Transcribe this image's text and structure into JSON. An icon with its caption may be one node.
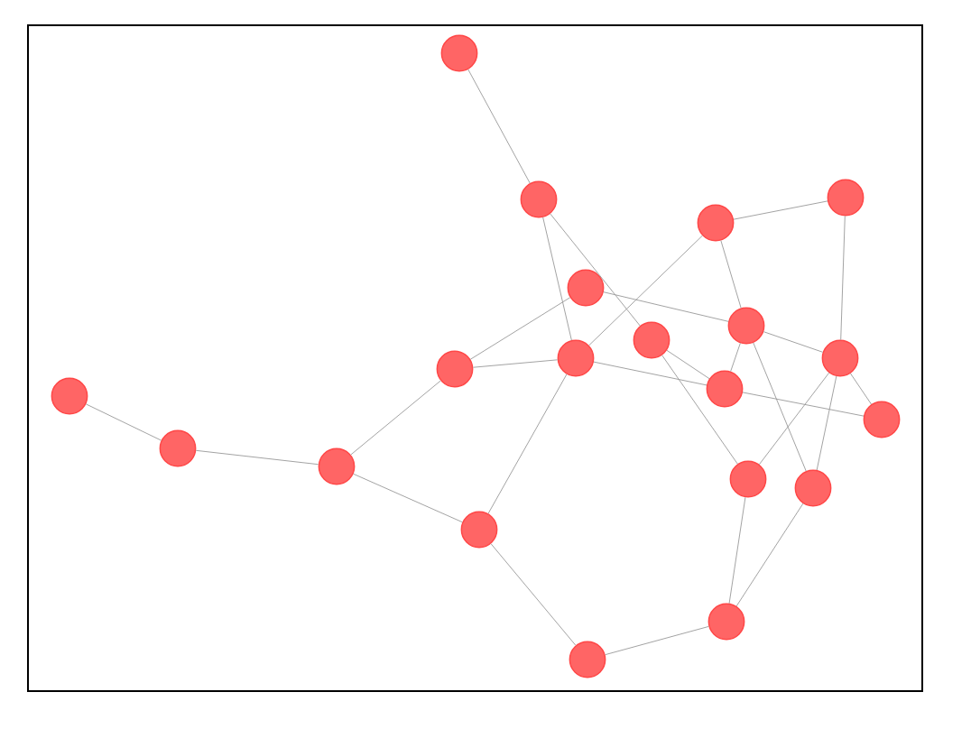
{
  "diagram": {
    "nodes": [
      {
        "text": [],
        "shape": "circle"
      },
      {
        "text": [],
        "shape": "circle"
      },
      {
        "text": [],
        "shape": "circle"
      },
      {
        "text": [],
        "shape": "circle"
      },
      {
        "text": [],
        "shape": "circle"
      },
      {
        "text": [],
        "shape": "circle"
      },
      {
        "text": [],
        "shape": "circle"
      },
      {
        "text": [],
        "shape": "circle"
      },
      {
        "text": [],
        "shape": "circle"
      },
      {
        "text": [],
        "shape": "circle"
      },
      {
        "text": [],
        "shape": "circle"
      },
      {
        "text": [],
        "shape": "circle"
      },
      {
        "text": [],
        "shape": "circle"
      },
      {
        "text": [],
        "shape": "circle"
      },
      {
        "text": [],
        "shape": "circle"
      },
      {
        "text": [],
        "shape": "circle"
      },
      {
        "text": [],
        "shape": "circle"
      },
      {
        "text": [],
        "shape": "circle"
      },
      {
        "text": [],
        "shape": "circle"
      },
      {
        "text": [],
        "shape": "circle"
      }
    ],
    "edges": [
      {
        "from": 0,
        "to": 1,
        "arrow": "none"
      },
      {
        "from": 1,
        "to": 8,
        "arrow": "none"
      },
      {
        "from": 1,
        "to": 6,
        "arrow": "none"
      },
      {
        "from": 3,
        "to": 2,
        "arrow": "none"
      },
      {
        "from": 2,
        "to": 7,
        "arrow": "none"
      },
      {
        "from": 3,
        "to": 8,
        "arrow": "none"
      },
      {
        "from": 3,
        "to": 5,
        "arrow": "none"
      },
      {
        "from": 4,
        "to": 9,
        "arrow": "none"
      },
      {
        "from": 4,
        "to": 5,
        "arrow": "none"
      },
      {
        "from": 5,
        "to": 7,
        "arrow": "none"
      },
      {
        "from": 5,
        "to": 10,
        "arrow": "none"
      },
      {
        "from": 5,
        "to": 16,
        "arrow": "none"
      },
      {
        "from": 6,
        "to": 10,
        "arrow": "none"
      },
      {
        "from": 6,
        "to": 15,
        "arrow": "none"
      },
      {
        "from": 7,
        "to": 11,
        "arrow": "none"
      },
      {
        "from": 7,
        "to": 15,
        "arrow": "none"
      },
      {
        "from": 7,
        "to": 16,
        "arrow": "none"
      },
      {
        "from": 8,
        "to": 9,
        "arrow": "none"
      },
      {
        "from": 8,
        "to": 10,
        "arrow": "none"
      },
      {
        "from": 8,
        "to": 17,
        "arrow": "none"
      },
      {
        "from": 10,
        "to": 11,
        "arrow": "none"
      },
      {
        "from": 9,
        "to": 14,
        "arrow": "none"
      },
      {
        "from": 12,
        "to": 13,
        "arrow": "none"
      },
      {
        "from": 13,
        "to": 14,
        "arrow": "none"
      },
      {
        "from": 14,
        "to": 17,
        "arrow": "none"
      },
      {
        "from": 17,
        "to": 19,
        "arrow": "none"
      },
      {
        "from": 19,
        "to": 18,
        "arrow": "none"
      },
      {
        "from": 18,
        "to": 15,
        "arrow": "none"
      },
      {
        "from": 18,
        "to": 16,
        "arrow": "none"
      }
    ]
  }
}
